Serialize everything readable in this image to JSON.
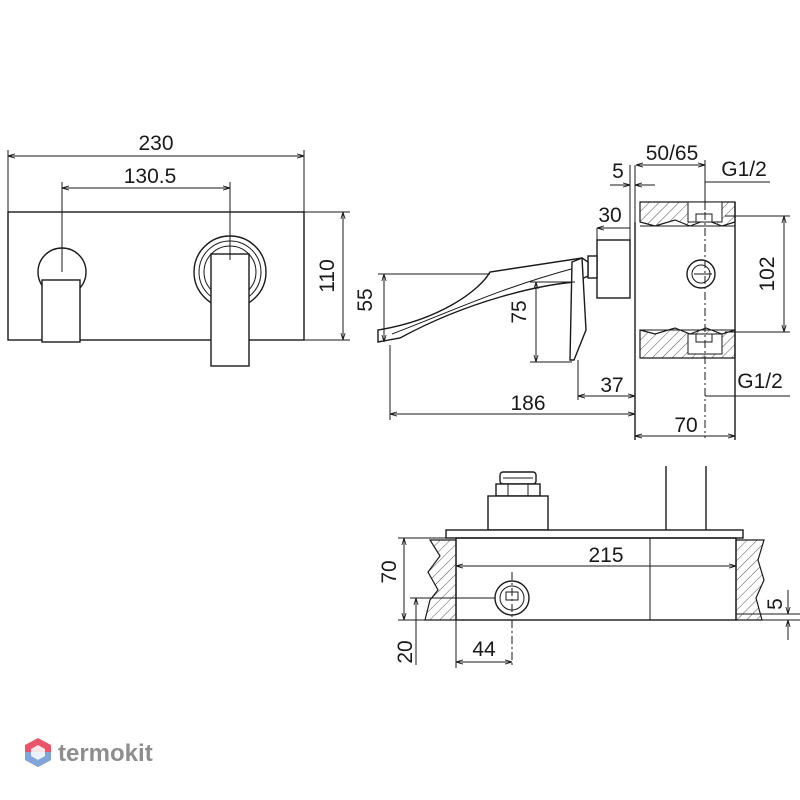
{
  "front_view": {
    "overall_width": "230",
    "handle_spacing": "130.5",
    "plate_height": "110"
  },
  "side_view": {
    "wall_depth": "5",
    "mount_range": "50/65",
    "inlet_top": "G1/2",
    "flange": "30",
    "height_102": "102",
    "spout_55": "55",
    "spout_75": "75",
    "offset_37": "37",
    "projection": "186",
    "body_depth": "70",
    "inlet_bottom": "G1/2"
  },
  "top_view": {
    "box_width": "215",
    "box_depth": "70",
    "cover": "5",
    "outlet_offset": "20",
    "outlet_position": "44"
  },
  "watermark": {
    "brand": "termokit",
    "logo_icon": "termokit-hexagon-icon",
    "colors": {
      "logo_top": "#e8546a",
      "logo_bottom": "#7ea6d8",
      "text": "#8e8e8e"
    }
  }
}
